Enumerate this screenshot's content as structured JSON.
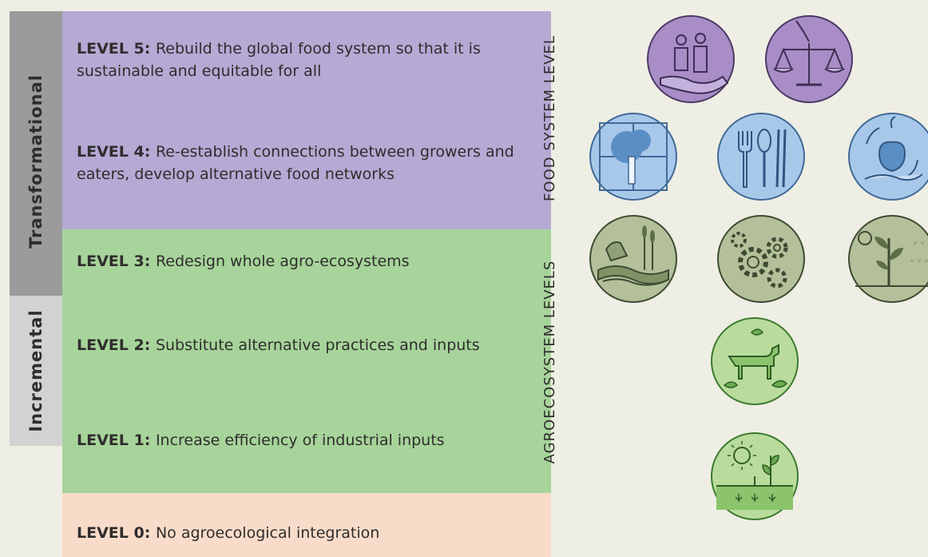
{
  "side_labels": {
    "transformational": "Transformational",
    "incremental": "Incremental"
  },
  "right_labels": {
    "food_system": "FOOD SYSTEM LEVEL",
    "agroecosystem": "AGROECOSYSTEM LEVELS"
  },
  "levels": [
    {
      "tag": "LEVEL 5",
      "text": "Rebuild the global food system so that it is sustainable and equitable for all"
    },
    {
      "tag": "LEVEL 4",
      "text": "Re-establish connections between growers and eaters, develop alternative food networks"
    },
    {
      "tag": "LEVEL 3",
      "text": "Redesign whole agro-ecosystems"
    },
    {
      "tag": "LEVEL 2",
      "text": "Substitute alternative practices and inputs"
    },
    {
      "tag": "LEVEL 1",
      "text": "Increase efficiency of industrial inputs"
    },
    {
      "tag": "LEVEL 0",
      "text": "No agroecological integration"
    }
  ],
  "colors": {
    "food_system_band": "#b4aad4",
    "agroecosystem_band": "#a7d49a",
    "level0_band": "#f8dcc9",
    "transformational_bar": "#9b9b9b",
    "incremental_bar": "#d2d2d2",
    "purple_icon": "#a98dc6",
    "blue_icon": "#a8c8ea",
    "olive_icon": "#b3c09a",
    "green_icon": "#b9dc9c"
  },
  "icons": [
    {
      "name": "people-hand-icon",
      "group": "purple"
    },
    {
      "name": "scales-icon",
      "group": "purple"
    },
    {
      "name": "tree-window-icon",
      "group": "blue"
    },
    {
      "name": "utensils-icon",
      "group": "blue"
    },
    {
      "name": "apple-cycle-icon",
      "group": "blue"
    },
    {
      "name": "animal-landscape-icon",
      "group": "olive"
    },
    {
      "name": "gears-icon",
      "group": "olive"
    },
    {
      "name": "plant-rain-icon",
      "group": "olive"
    },
    {
      "name": "cow-leaves-icon",
      "group": "green"
    },
    {
      "name": "sun-seedlings-icon",
      "group": "green"
    }
  ]
}
